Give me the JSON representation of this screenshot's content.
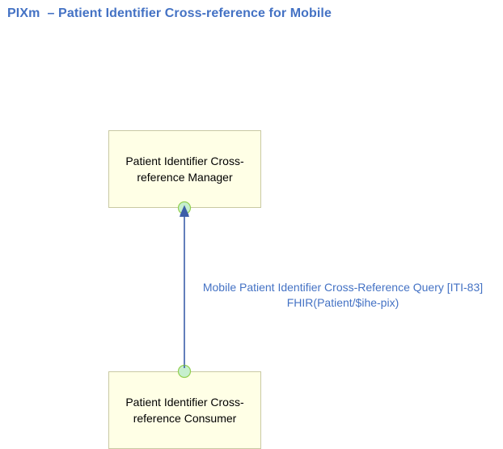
{
  "diagram": {
    "title": "PIXm  – Patient Identifier Cross-reference for Mobile",
    "actors": {
      "manager": {
        "label": "Patient Identifier Cross-reference Manager"
      },
      "consumer": {
        "label": "Patient Identifier Cross-reference Consumer"
      }
    },
    "transaction": {
      "name": "Mobile Patient Identifier Cross-Reference Query [ITI-83]",
      "mapping": "FHIR(Patient/$ihe-pix)",
      "from": "consumer",
      "to": "manager"
    },
    "colors": {
      "title": "#4472c4",
      "actor_fill": "#ffffe6",
      "actor_border": "#c9c9a3",
      "arrow": "#4472c4",
      "endpoint_fill": "#c6efce",
      "endpoint_stroke": "#92d050"
    }
  }
}
